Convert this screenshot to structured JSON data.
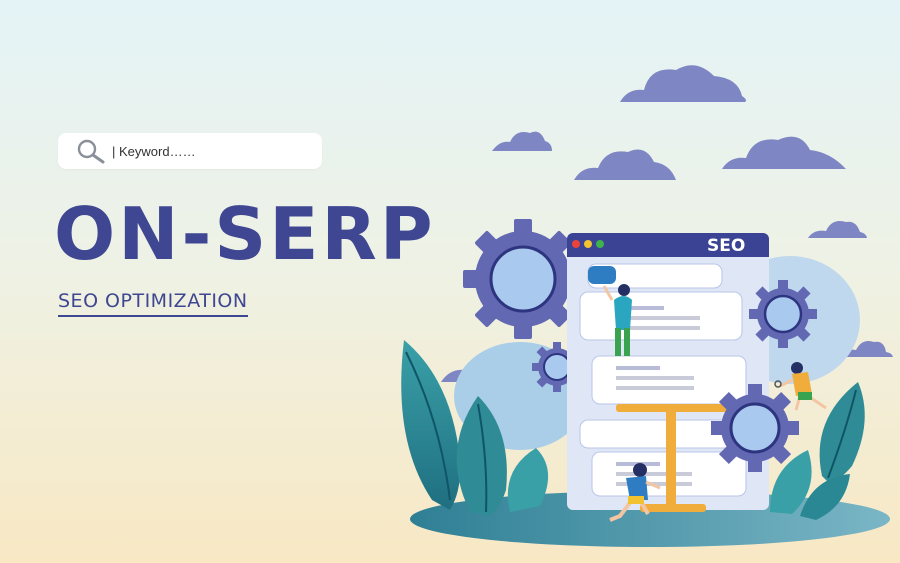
{
  "search": {
    "text": "| Keyword……",
    "icon": "search-icon"
  },
  "headline": "ON-SERP",
  "subtitle": "SEO OPTIMIZATION",
  "window": {
    "label": "SEO"
  },
  "colors": {
    "primary": "#3f4692",
    "cloud": "#7f86c4",
    "gear": "#6268b2",
    "leaf": "#2f8c96",
    "accent_orange": "#f1ad3c",
    "card": "#ffffff"
  }
}
